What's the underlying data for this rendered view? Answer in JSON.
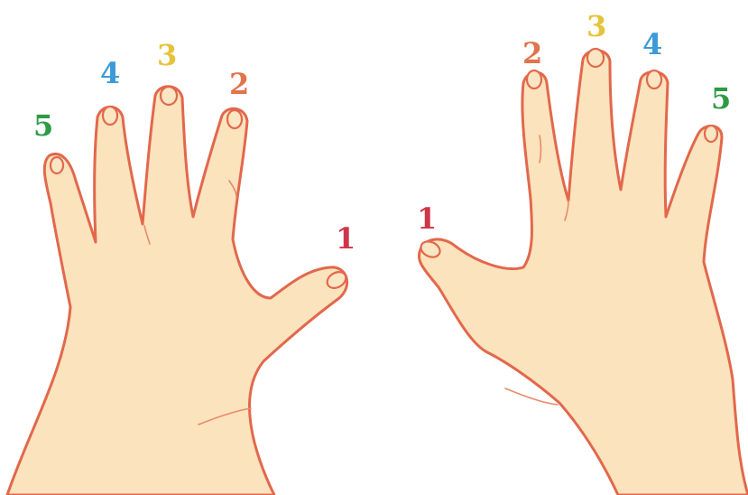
{
  "left_hand": {
    "labels": [
      {
        "number": "5",
        "color": "#2f9a46"
      },
      {
        "number": "4",
        "color": "#3b9ad9"
      },
      {
        "number": "3",
        "color": "#e6c43a"
      },
      {
        "number": "2",
        "color": "#e0744a"
      },
      {
        "number": "1",
        "color": "#cf3548"
      }
    ]
  },
  "right_hand": {
    "labels": [
      {
        "number": "1",
        "color": "#cf3548"
      },
      {
        "number": "2",
        "color": "#e0744a"
      },
      {
        "number": "3",
        "color": "#e6c43a"
      },
      {
        "number": "4",
        "color": "#3b9ad9"
      },
      {
        "number": "5",
        "color": "#2f9a46"
      }
    ]
  },
  "colors": {
    "skin": "#fae3bd",
    "outline": "#e2684c",
    "background": "#ffffff"
  }
}
